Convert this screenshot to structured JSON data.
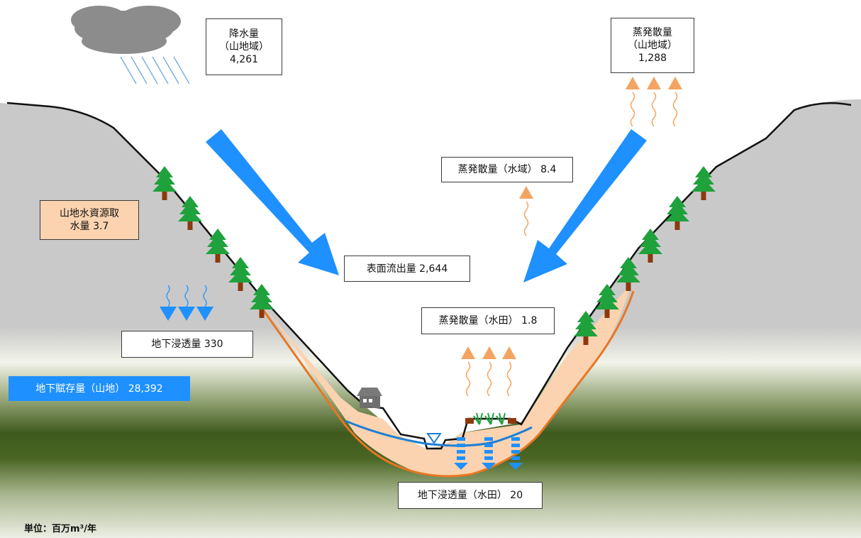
{
  "labels": {
    "precip_title": "降水量",
    "precip_sub": "（山地域）",
    "precip_value": "4,261",
    "evap_mtn_title": "蒸発散量",
    "evap_mtn_sub": "（山地域）",
    "evap_mtn_value": "1,288",
    "evap_water": "蒸発散量（水域） 8.4",
    "intake": "山地水資源取",
    "intake2": "水量  3.7",
    "surface_runoff": "表面流出量  2,644",
    "evap_paddy": "蒸発散量（水田） 1.8",
    "infiltration": "地下浸透量  330",
    "storage": "地下賦存量（山地）  28,392",
    "paddy_infiltration": "地下浸透量（水田） 20",
    "unit": "単位：百万m³/年"
  },
  "colors": {
    "flow_arrow": "#1e90ff",
    "evap_arrow": "#f4a460",
    "soil": "#fbd3b0",
    "soil_edge": "#e87722",
    "mountain": "#c8c8c8",
    "water_table": "#1f7fd4",
    "storage_box": "#1e90ff",
    "intake_box": "#fbd3b0"
  },
  "icons": [
    "rain-cloud-icon",
    "tree-icon",
    "house-icon",
    "rice-plant-icon",
    "water-level-marker-icon"
  ]
}
